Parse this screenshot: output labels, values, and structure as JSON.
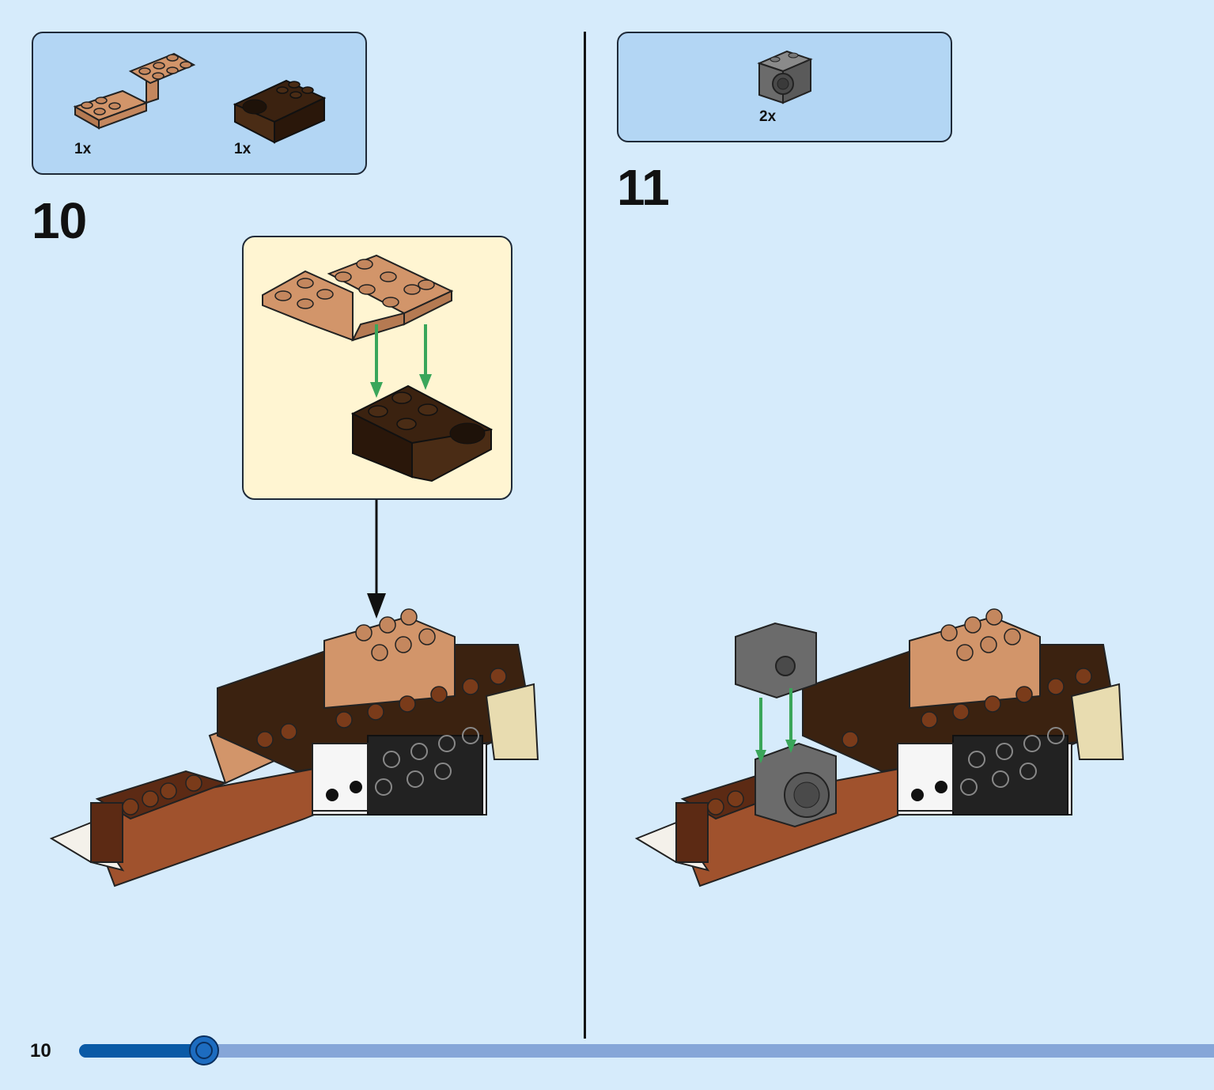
{
  "page": {
    "number": "10",
    "progress": 0.11
  },
  "steps": [
    {
      "number": "10",
      "parts": [
        {
          "qty": "1x",
          "name": "tan-bracket-plate"
        },
        {
          "qty": "1x",
          "name": "dark-brown-ball-socket-brick"
        }
      ]
    },
    {
      "number": "11",
      "parts": [
        {
          "qty": "2x",
          "name": "dark-gray-technic-brick"
        }
      ]
    }
  ],
  "colors": {
    "background": "#d6ebfb",
    "parts_box": "#b3d6f4",
    "callout": "#fff5d2",
    "tan": "#d2956a",
    "medium_brown": "#a0522d",
    "reddish_brown": "#5c2a14",
    "dark_brown": "#3b2210",
    "dark_gray": "#6b6b6b",
    "arrow_green": "#3aa65a",
    "progress_fill": "#0a5aa6",
    "progress_track": "#86a6d8"
  }
}
